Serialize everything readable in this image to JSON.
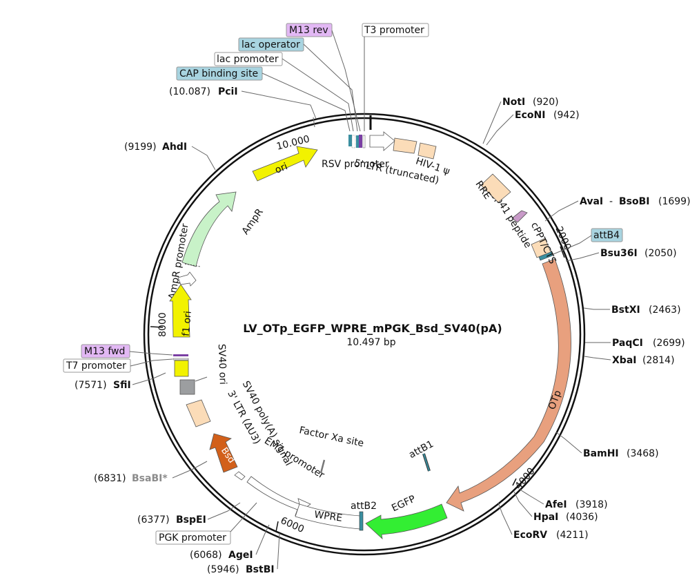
{
  "plasmid": {
    "name": "LV_OTp_EGFP_WPRE_mPGK_Bsd_SV40(pA)",
    "size": "10.497 bp"
  },
  "ticks": [
    "10.000",
    "2000",
    "4000",
    "6000",
    "8000"
  ],
  "sites": {
    "pcii": {
      "pos": "(10.087)",
      "name": "PciI"
    },
    "ahdi": {
      "pos": "(9199)",
      "name": "AhdI"
    },
    "noti": {
      "name": "NotI",
      "pos": "(920)"
    },
    "econi": {
      "name": "EcoNI",
      "pos": "(942)"
    },
    "avai": {
      "name": "AvaI",
      "sep": "-",
      "name2": "BsoBI",
      "pos": "(1699)"
    },
    "bsu36i": {
      "name": "Bsu36I",
      "pos": "(2050)"
    },
    "bstxi": {
      "name": "BstXI",
      "pos": "(2463)"
    },
    "paqci": {
      "name": "PaqCI",
      "pos": "(2699)"
    },
    "xbai": {
      "name": "XbaI",
      "pos": "(2814)"
    },
    "bamhi": {
      "name": "BamHI",
      "pos": "(3468)"
    },
    "afei": {
      "name": "AfeI",
      "pos": "(3918)"
    },
    "hpai": {
      "name": "HpaI",
      "pos": "(4036)"
    },
    "ecorv": {
      "name": "EcoRV",
      "pos": "(4211)"
    },
    "agei": {
      "pos": "(6068)",
      "name": "AgeI"
    },
    "bstbi": {
      "pos": "(5946)",
      "name": "BstBI"
    },
    "bspei": {
      "pos": "(6377)",
      "name": "BspEI"
    },
    "bsabi": {
      "pos": "(6831)",
      "name": "BsaBI*"
    },
    "sfii": {
      "pos": "(7571)",
      "name": "SfiI"
    }
  },
  "boxed": {
    "m13rev": "M13 rev",
    "lacop": "lac operator",
    "lacprom": "lac promoter",
    "cap": "CAP binding site",
    "t3": "T3 promoter",
    "attb4": "attB4",
    "m13fwd": "M13 fwd",
    "t7": "T7 promoter",
    "pgk": "PGK promoter"
  },
  "features": {
    "rsv": "RSV promoter",
    "ltr5": "5' LTR (truncated)",
    "hiv": "HIV-1 ψ",
    "rre": "RRE",
    "gp41": "gp41 peptide",
    "cppt": "cPPT/CTS",
    "otp": "OTp",
    "egfp": "EGFP",
    "attb2": "attB2",
    "attb1": "attB1",
    "factorxa": "Factor Xa site",
    "wpre": "WPRE",
    "em7": "EM7 promoter",
    "bsd": "Bsd",
    "sv40pa": "SV40 poly(A) signal",
    "ltr3": "3' LTR (ΔU3)",
    "sv40ori": "SV40 ori",
    "f1ori": "f1 ori",
    "amprprom": "AmpR promoter",
    "ampr": "AmpR",
    "ori": "ori"
  },
  "colors": {
    "ori": "#f2f200",
    "ampr": "#c8f2c8",
    "f1ori": "#f2f200",
    "otp": "#e8a07e",
    "egfp": "#33ee33",
    "bsd": "#d2601a",
    "ltr": "#fbdcb8",
    "m13": "#e2b8f4",
    "lac": "#a8d4e0"
  }
}
